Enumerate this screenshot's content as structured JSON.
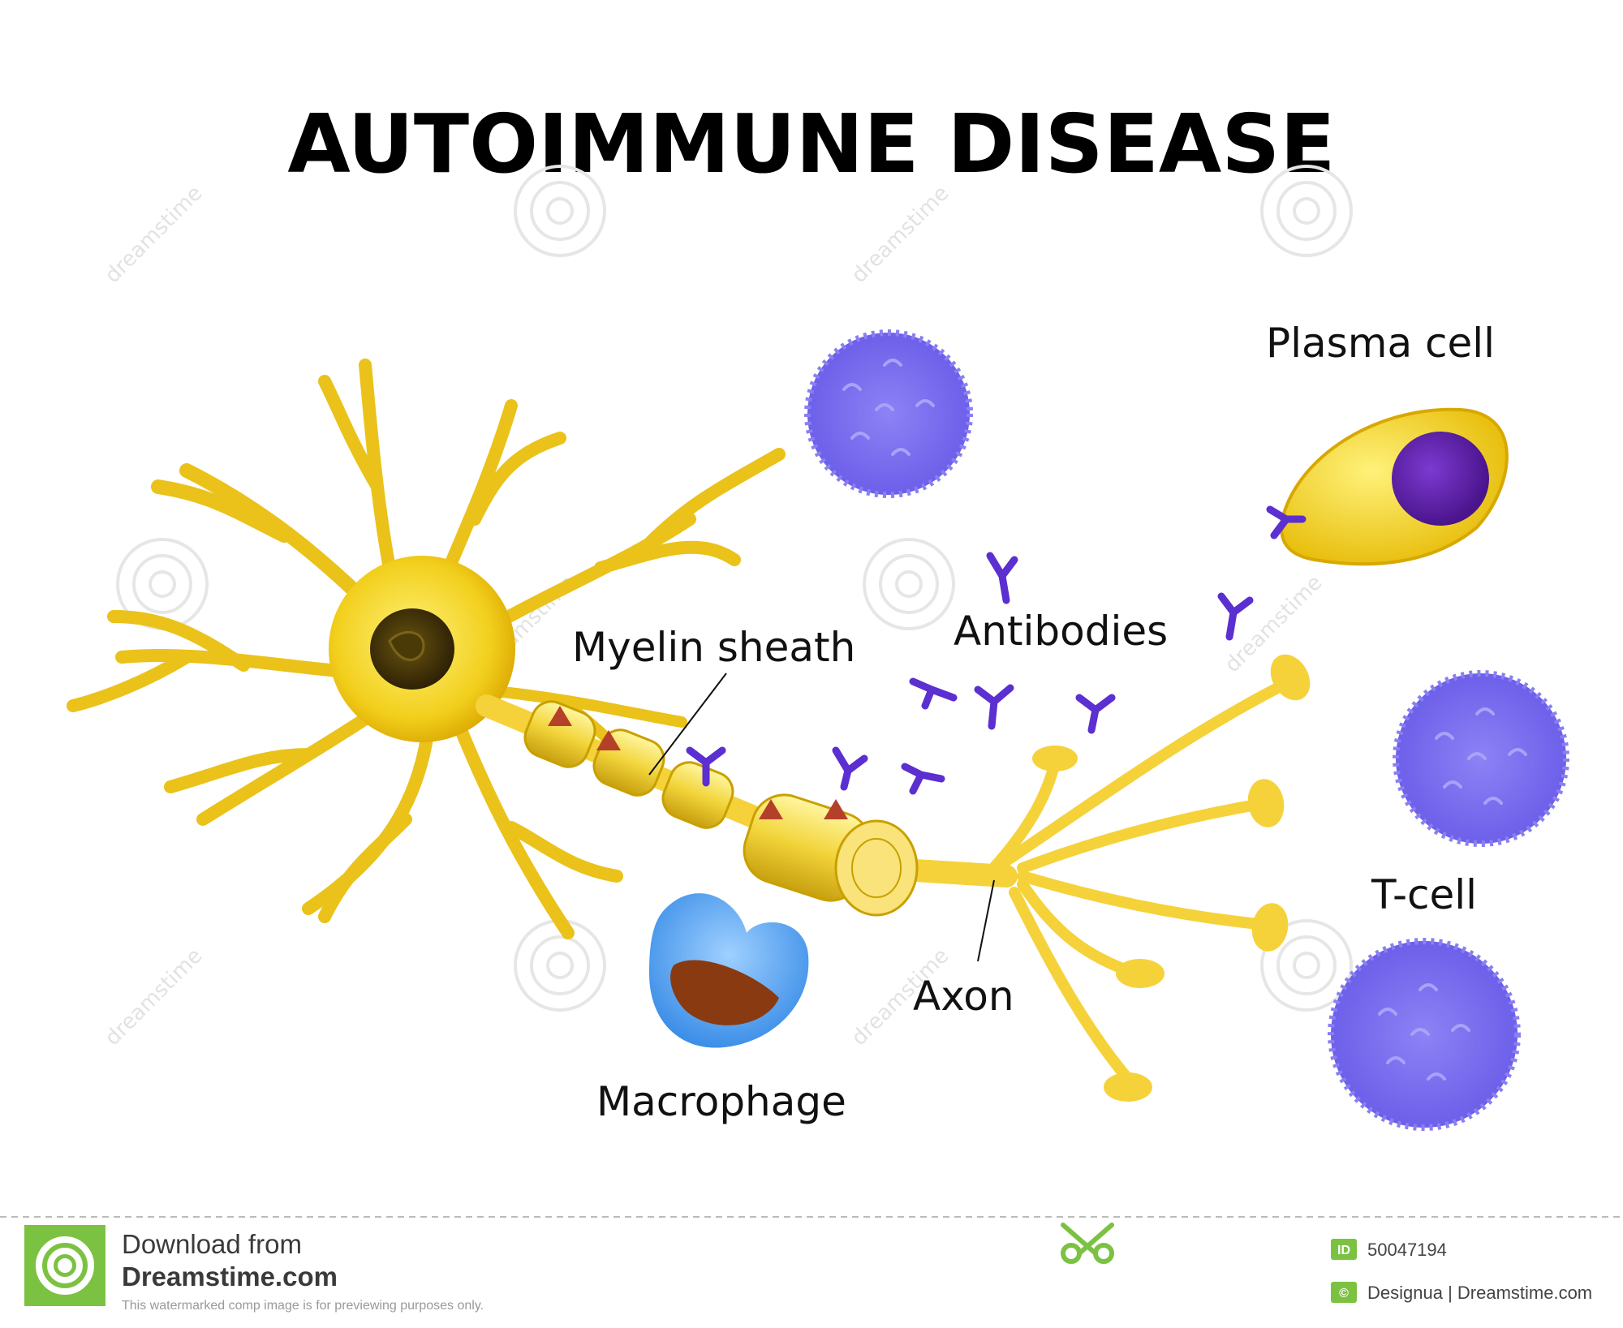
{
  "title": "AUTOIMMUNE DISEASE",
  "labels": {
    "plasma_cell": "Plasma cell",
    "antibodies": "Antibodies",
    "myelin_sheath": "Myelin sheath",
    "axon": "Axon",
    "macrophage": "Macrophage",
    "t_cell": "T-cell"
  },
  "watermark": "dreamstime",
  "footer": {
    "download_from": "Download from",
    "brand": "Dreamstime.com",
    "disclaimer": "This watermarked comp image is for previewing purposes only.",
    "id_badge": "ID",
    "image_id": "50047194",
    "copyright_badge": "©",
    "credit": "Designua | Dreamstime.com"
  },
  "colors": {
    "neuron": "#f2cf1c",
    "neuron_dark": "#d9a400",
    "t_cell": "#7b6cf0",
    "plasma_nucleus": "#5a1fa8",
    "antibody": "#5b2fd0",
    "macrophage": "#4aa3f0",
    "macrophage_core": "#8a3a10",
    "footer_green": "#7cc242"
  }
}
